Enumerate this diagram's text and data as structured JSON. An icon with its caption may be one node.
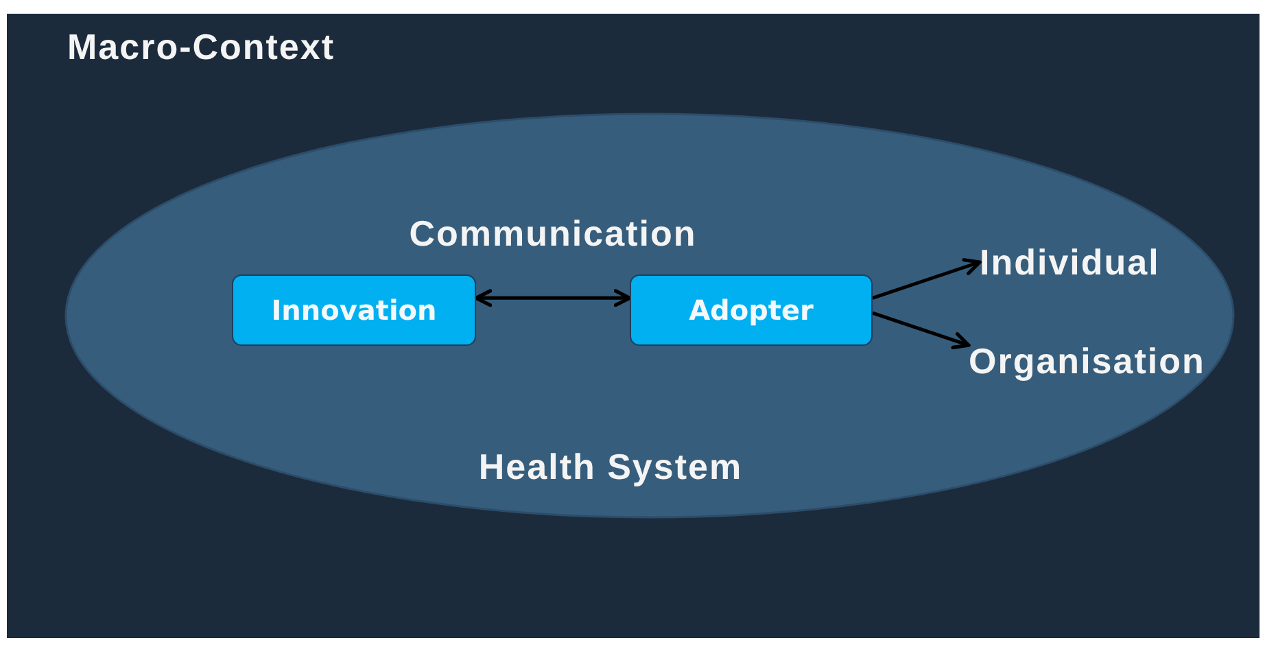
{
  "diagram": {
    "nodes": [
      {
        "text": [
          "Macro-Context"
        ]
      },
      {
        "text": [
          "Health System"
        ],
        "in": 0
      },
      {
        "text": [
          "Innovation"
        ],
        "in": 1
      },
      {
        "text": [
          "Adopter"
        ],
        "in": 1
      },
      {
        "text": [
          "Individual"
        ],
        "in": 1
      },
      {
        "text": [
          "Organisation"
        ],
        "in": 1
      }
    ],
    "edges": [
      {
        "from": 2,
        "to": 3,
        "arrow": "both",
        "label": "Communication"
      },
      {
        "from": 3,
        "to": 4,
        "arrow": "to"
      },
      {
        "from": 3,
        "to": 5,
        "arrow": "to"
      }
    ]
  }
}
